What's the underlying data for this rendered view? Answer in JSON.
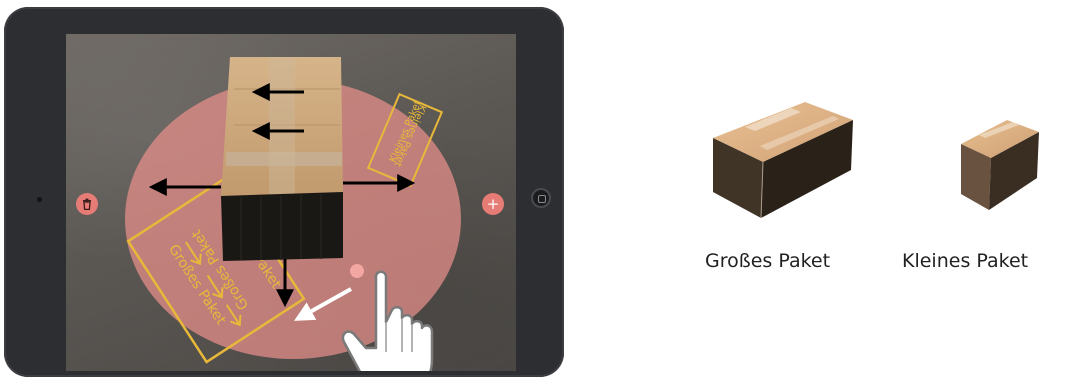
{
  "ar_view": {
    "labels": {
      "large_package": "Großes Paket",
      "small_package": "Kleines Paket"
    },
    "buttons": {
      "delete_icon": "trash-icon",
      "add_label": "+"
    }
  },
  "catalog": {
    "items": [
      {
        "label": "Großes Paket"
      },
      {
        "label": "Kleines Paket"
      }
    ]
  },
  "colors": {
    "accent_red": "#e77c76",
    "label_yellow": "#e8b83a",
    "tablet_frame": "#2d2e31"
  }
}
